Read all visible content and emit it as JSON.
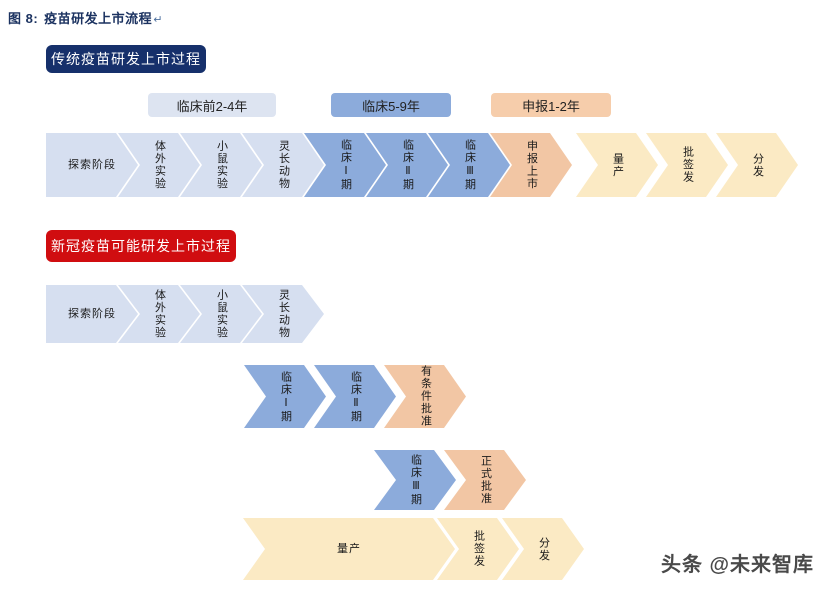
{
  "figure": {
    "number": "图 8:",
    "title": "疫苗研发上市流程",
    "pilcrow": "↵"
  },
  "sections": [
    {
      "id": "traditional",
      "banner_label": "传统疫苗研发上市过程",
      "banner_color": "#16306b"
    },
    {
      "id": "covid",
      "banner_label": "新冠疫苗可能研发上市过程",
      "banner_color": "#d00d10"
    }
  ],
  "phase_pills": [
    {
      "label": "临床前2-4年",
      "color": "#dde4f1"
    },
    {
      "label": "临床5-9年",
      "color": "#8cabdb"
    },
    {
      "label": "申报1-2年",
      "color": "#f6cdab"
    }
  ],
  "traditional_flow": [
    {
      "label": "探索阶段",
      "fill": "pale",
      "orientation": "horiz"
    },
    {
      "label": "体外实验",
      "fill": "pale",
      "orientation": "vertical"
    },
    {
      "label": "小鼠实验",
      "fill": "pale",
      "orientation": "vertical"
    },
    {
      "label": "灵长动物",
      "fill": "pale",
      "orientation": "vertical"
    },
    {
      "label": "临床Ⅰ期",
      "fill": "blue",
      "orientation": "vertical"
    },
    {
      "label": "临床Ⅱ期",
      "fill": "blue",
      "orientation": "vertical"
    },
    {
      "label": "临床Ⅲ期",
      "fill": "blue",
      "orientation": "vertical"
    },
    {
      "label": "申报上市",
      "fill": "peach",
      "orientation": "vertical"
    },
    {
      "label": "量产",
      "fill": "cream",
      "orientation": "vertical"
    },
    {
      "label": "批签发",
      "fill": "cream",
      "orientation": "vertical"
    },
    {
      "label": "分发",
      "fill": "cream",
      "orientation": "vertical"
    }
  ],
  "covid_row_preclinical": [
    {
      "label": "探索阶段",
      "fill": "pale",
      "orientation": "horiz"
    },
    {
      "label": "体外实验",
      "fill": "pale",
      "orientation": "vertical"
    },
    {
      "label": "小鼠实验",
      "fill": "pale",
      "orientation": "vertical"
    },
    {
      "label": "灵长动物",
      "fill": "pale",
      "orientation": "vertical"
    }
  ],
  "covid_row_clinical12": [
    {
      "label": "临床Ⅰ期",
      "fill": "blue",
      "orientation": "vertical"
    },
    {
      "label": "临床Ⅱ期",
      "fill": "blue",
      "orientation": "vertical"
    },
    {
      "label": "有条件批准",
      "fill": "peach",
      "orientation": "vertical"
    }
  ],
  "covid_row_clinical3": [
    {
      "label": "临床Ⅲ期",
      "fill": "blue",
      "orientation": "vertical"
    },
    {
      "label": "正式批准",
      "fill": "peach",
      "orientation": "vertical"
    }
  ],
  "covid_row_production": [
    {
      "label": "量产",
      "fill": "cream",
      "orientation": "horiz"
    },
    {
      "label": "批签发",
      "fill": "cream",
      "orientation": "vertical"
    },
    {
      "label": "分发",
      "fill": "cream",
      "orientation": "vertical"
    }
  ],
  "watermark": {
    "text": "头条 @未来智库"
  }
}
